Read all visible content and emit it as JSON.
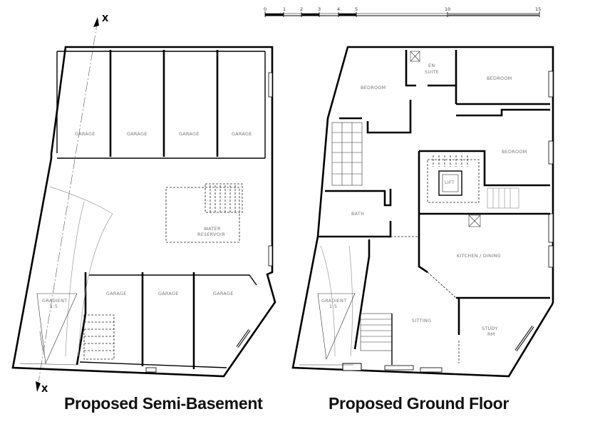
{
  "titles": {
    "left": "Proposed Semi-Basement",
    "right": "Proposed Ground Floor"
  },
  "scale_bar": {
    "ticks": [
      "0",
      "1",
      "2",
      "3",
      "4",
      "5",
      "10",
      "15"
    ]
  },
  "section_mark": "X",
  "semi_basement": {
    "garages_top": [
      "GARAGE",
      "GARAGE",
      "GARAGE",
      "GARAGE"
    ],
    "garages_bottom": [
      "GARAGE",
      "GARAGE",
      "GARAGE"
    ],
    "reservoir_line1": "WATER",
    "reservoir_line2": "RESERVOIR",
    "gradient_line1": "GRADIENT",
    "gradient_line2": "1:5"
  },
  "ground_floor": {
    "en_suite_line1": "EN",
    "en_suite_line2": "SUITE",
    "bedroom_left": "BEDROOM",
    "bedroom_top_right": "BEDROOM",
    "bedroom_mid_right": "BEDROOM",
    "lift": "LIFT",
    "bath": "BATH",
    "kitchen": "KITCHEN / DINING",
    "sitting": "SITTING",
    "study_line1": "STUDY",
    "study_line2": "RM",
    "gradient_line1": "GRADIENT",
    "gradient_line2": "1:5"
  }
}
